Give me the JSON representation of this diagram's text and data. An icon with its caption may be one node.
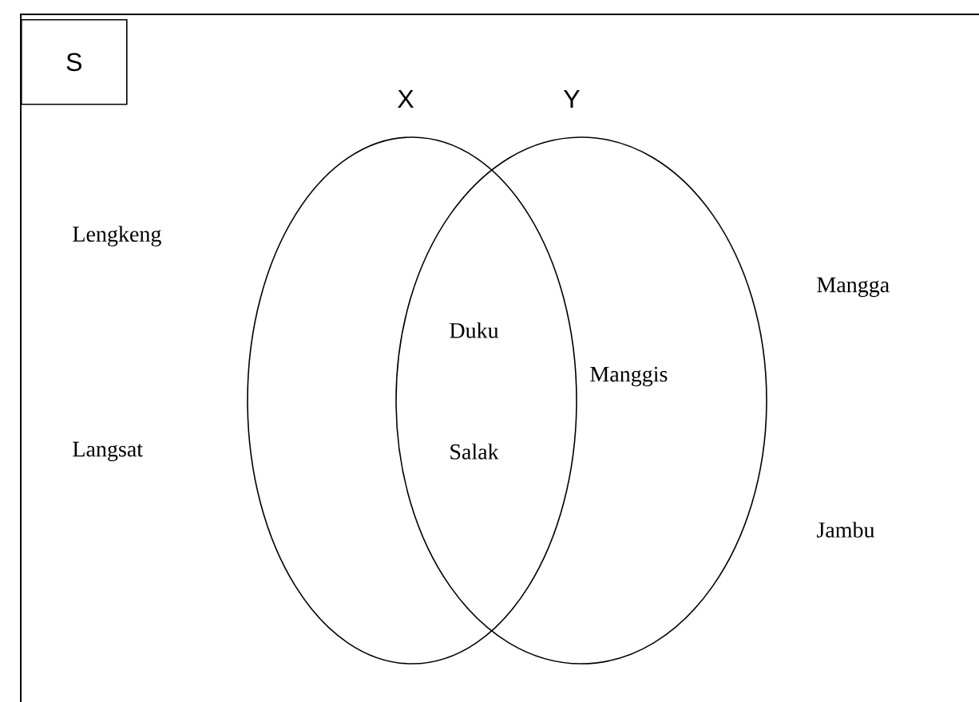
{
  "diagram": {
    "nodes": [
      {
        "text": [],
        "shape": "box"
      },
      {
        "text": [
          "S"
        ],
        "in": 0
      },
      {
        "text": [
          "X"
        ],
        "in": 0
      },
      {
        "text": [
          "Y"
        ],
        "in": 0
      }
    ],
    "labels": [
      "Lengkeng",
      "Mangga",
      "Duku",
      "Manggis",
      "Langsat",
      "Salak",
      "Jambu"
    ]
  }
}
